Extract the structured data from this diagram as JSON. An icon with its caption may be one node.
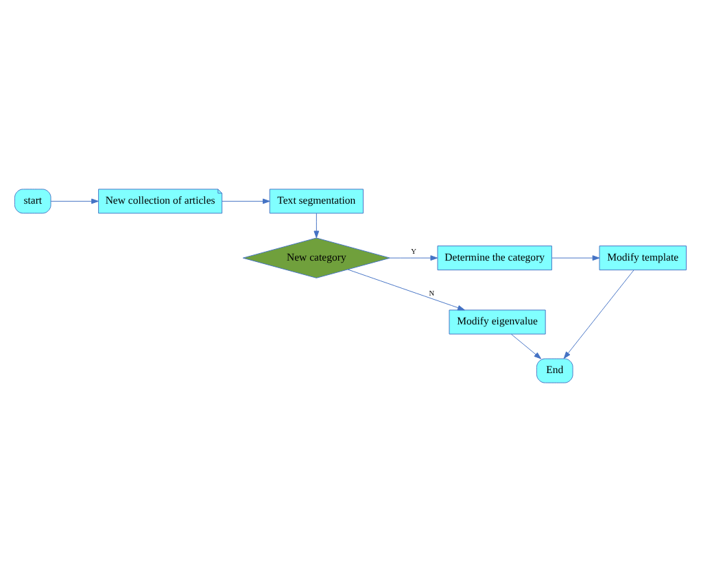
{
  "diagram": {
    "nodes": [
      {
        "text": [
          "start"
        ]
      },
      {
        "text": [
          "New collection of articles"
        ]
      },
      {
        "text": [
          "Text segmentation"
        ]
      },
      {
        "text": [
          "New category"
        ]
      },
      {
        "text": [
          "Determine the category"
        ]
      },
      {
        "text": [
          "Modify template"
        ]
      },
      {
        "text": [
          "Modify eigenvalue"
        ]
      },
      {
        "text": [
          "End"
        ]
      }
    ],
    "edges": [
      {
        "from": 0,
        "to": 1,
        "arrow": "to"
      },
      {
        "from": 1,
        "to": 2,
        "arrow": "to"
      },
      {
        "from": 2,
        "to": 3,
        "arrow": "to"
      },
      {
        "from": 3,
        "to": 4,
        "arrow": "to",
        "label": "Y"
      },
      {
        "from": 4,
        "to": 5,
        "arrow": "to"
      },
      {
        "from": 3,
        "to": 6,
        "arrow": "to",
        "label": "N"
      },
      {
        "from": 5,
        "to": 7,
        "arrow": "to"
      },
      {
        "from": 6,
        "to": 7,
        "arrow": "to"
      }
    ]
  }
}
